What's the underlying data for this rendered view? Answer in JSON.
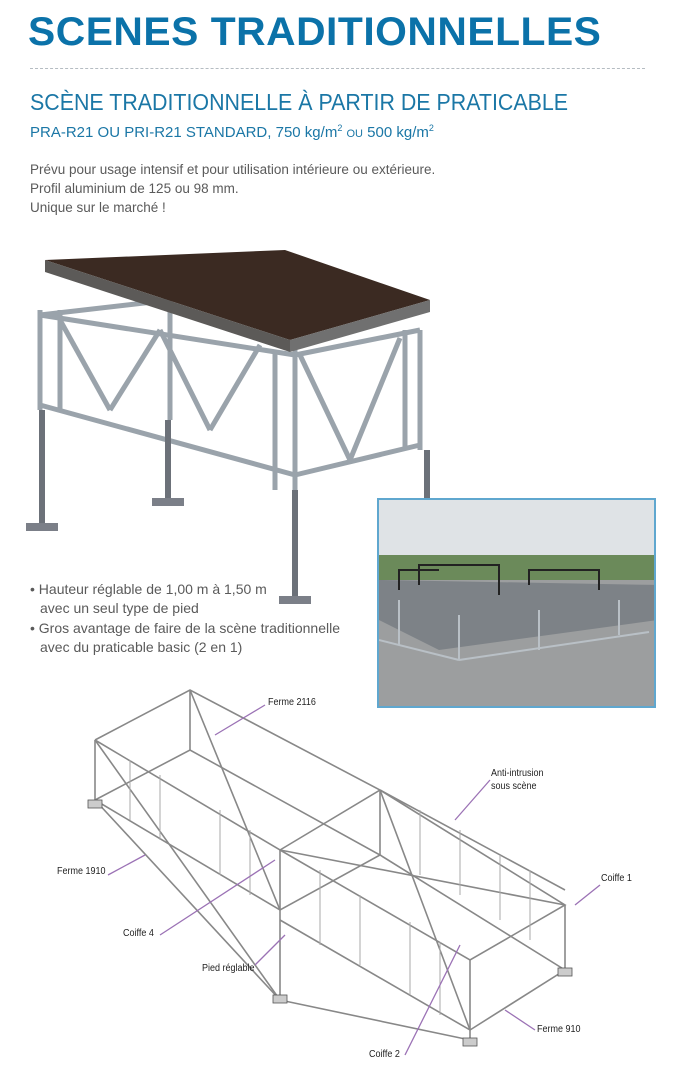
{
  "header": {
    "title": "SCENES TRADITIONNELLES",
    "subtitle": "SCÈNE TRADITIONNELLE À PARTIR DE PRATICABLE",
    "spec": {
      "models": "PRA-R21 OU PRI-R21 STANDARD,",
      "load1": "750 kg/m",
      "sup1": "2",
      "or": "OU",
      "load2": "500 kg/m",
      "sup2": "2"
    }
  },
  "intro": [
    "Prévu pour usage intensif et pour utilisation intérieure ou extérieure.",
    "Profil aluminium de 125 ou 98 mm.",
    "Unique sur le marché !"
  ],
  "bullets": [
    {
      "line1": "• Hauteur réglable de 1,00 m à 1,50 m",
      "line2": "avec un seul type de pied"
    },
    {
      "line1": "• Gros avantage de faire de la scène traditionnelle",
      "line2": "avec du praticable basic (2 en 1)"
    }
  ],
  "diagram_labels": {
    "ferme_2116": "Ferme 2116",
    "anti_intrusion_1": "Anti-intrusion",
    "anti_intrusion_2": "sous scène",
    "ferme_1910": "Ferme 1910",
    "coiffe_1": "Coiffe 1",
    "coiffe_4": "Coiffe 4",
    "pied_reglable": "Pied réglable",
    "ferme_910": "Ferme 910",
    "coiffe_2": "Coiffe 2"
  },
  "colors": {
    "brand_blue": "#0b72a9",
    "leader_purple": "#9b72b5",
    "deck": "#3a2a22"
  }
}
